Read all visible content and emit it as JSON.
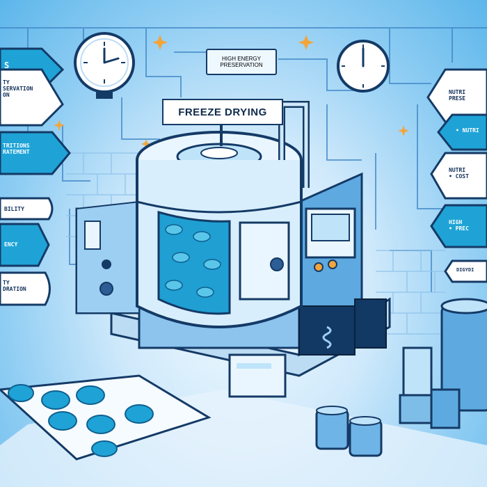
{
  "title": "FREEZE DRYING",
  "top_sign": {
    "line1": "HIGH ENERGY",
    "line2": "PRESERVATION"
  },
  "left_banners": [
    {
      "text": "S"
    },
    {
      "text": "TY\nSERVATION\nON"
    },
    {
      "text": "TRITIONS\nRATEMENT"
    },
    {
      "text": "BILITY"
    },
    {
      "text": "ENCY"
    },
    {
      "text": "TY\nDRATION"
    }
  ],
  "right_banners": [
    {
      "text": "NUTRI\nPRESE"
    },
    {
      "text": "• NUTRI"
    },
    {
      "text": "NUTRI\n• COST"
    },
    {
      "text": "HIGH\n• PREC"
    },
    {
      "text": "DIGYDI"
    }
  ],
  "colors": {
    "accent": "#1fa3d6",
    "navy": "#143a66",
    "sky": "#5cb6ea"
  },
  "icons": [
    "clock-icon",
    "gauge-icon",
    "sparkle-icon"
  ]
}
